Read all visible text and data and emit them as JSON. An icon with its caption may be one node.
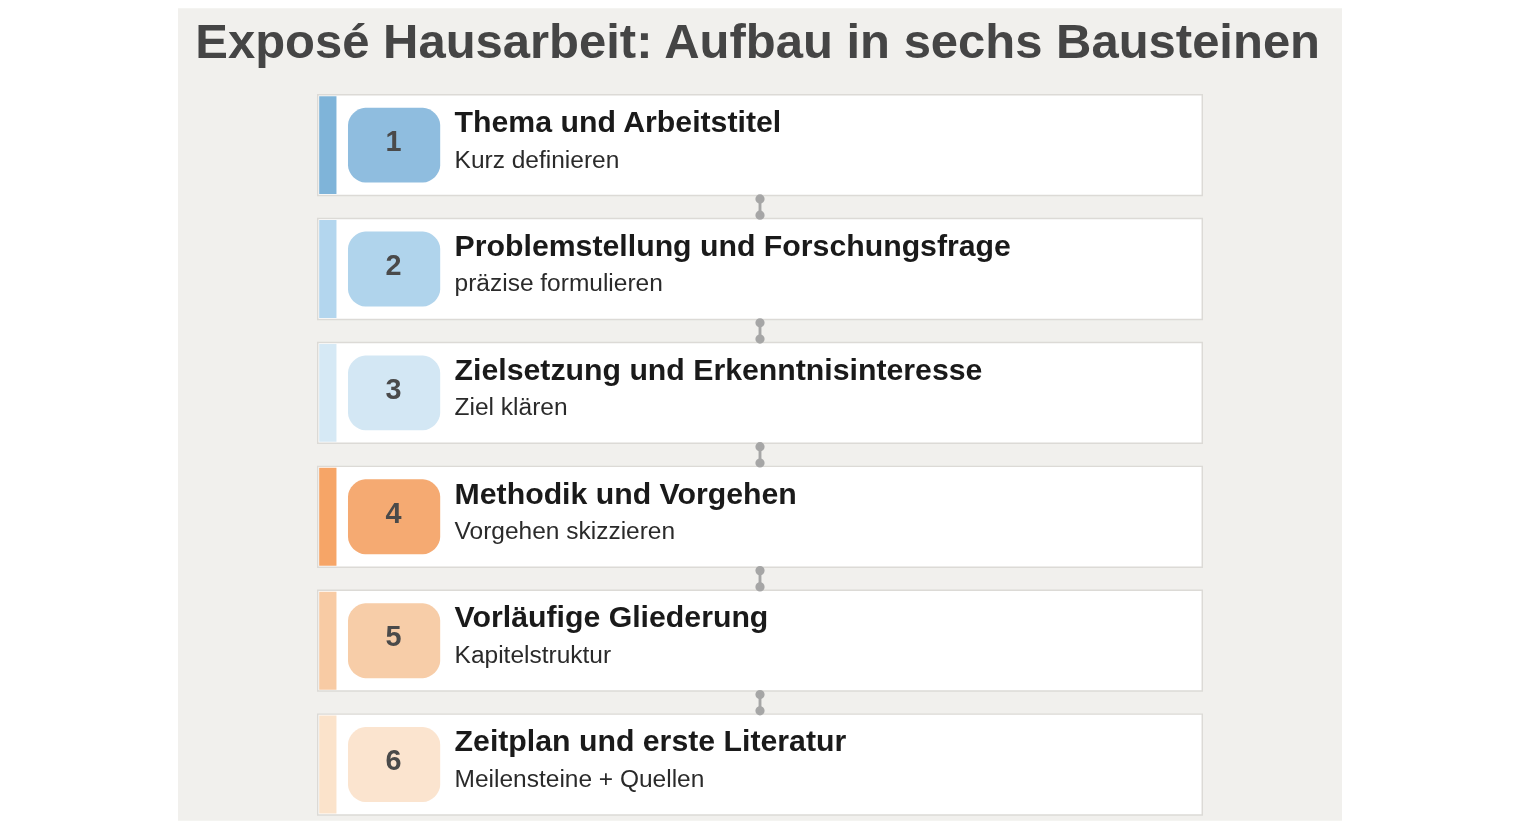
{
  "diagram": {
    "title": "Exposé Hausarbeit: Aufbau in sechs Bausteinen",
    "nodes": [
      {
        "text": [
          "1",
          "Thema und Arbeitstitel",
          "Kurz definieren"
        ]
      },
      {
        "text": [
          "2",
          "Problemstellung und Forschungsfrage",
          "präzise formulieren"
        ]
      },
      {
        "text": [
          "3",
          "Zielsetzung und Erkenntnisinteresse",
          "Ziel klären"
        ]
      },
      {
        "text": [
          "4",
          "Methodik und Vorgehen",
          "Vorgehen skizzieren"
        ]
      },
      {
        "text": [
          "5",
          "Vorläufige Gliederung",
          "Kapitelstruktur"
        ]
      },
      {
        "text": [
          "6",
          "Zeitplan und erste Literatur",
          "Meilensteine + Quellen"
        ]
      }
    ],
    "edges": [
      {
        "from": 0,
        "to": 1,
        "arrow": "other"
      },
      {
        "from": 1,
        "to": 2,
        "arrow": "other"
      },
      {
        "from": 2,
        "to": 3,
        "arrow": "other"
      },
      {
        "from": 3,
        "to": 4,
        "arrow": "other"
      },
      {
        "from": 4,
        "to": 5,
        "arrow": "other"
      }
    ]
  }
}
